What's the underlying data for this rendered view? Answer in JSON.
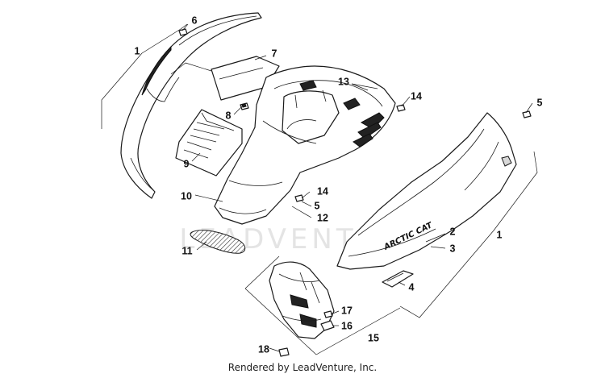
{
  "watermark": "LEADVENTURE",
  "footer": "Rendered by LeadVenture, Inc.",
  "decal_text": "ARCTIC CAT",
  "callouts": [
    {
      "id": "c1a",
      "label": "1"
    },
    {
      "id": "c6",
      "label": "6"
    },
    {
      "id": "c7",
      "label": "7"
    },
    {
      "id": "c8",
      "label": "8"
    },
    {
      "id": "c9",
      "label": "9"
    },
    {
      "id": "c10",
      "label": "10"
    },
    {
      "id": "c11",
      "label": "11"
    },
    {
      "id": "c13",
      "label": "13"
    },
    {
      "id": "c14a",
      "label": "14"
    },
    {
      "id": "c14b",
      "label": "14"
    },
    {
      "id": "c5a",
      "label": "5"
    },
    {
      "id": "c12",
      "label": "12"
    },
    {
      "id": "c5b",
      "label": "5"
    },
    {
      "id": "c2",
      "label": "2"
    },
    {
      "id": "c3",
      "label": "3"
    },
    {
      "id": "c1b",
      "label": "1"
    },
    {
      "id": "c4",
      "label": "4"
    },
    {
      "id": "c17",
      "label": "17"
    },
    {
      "id": "c16",
      "label": "16"
    },
    {
      "id": "c15",
      "label": "15"
    },
    {
      "id": "c18",
      "label": "18"
    }
  ]
}
